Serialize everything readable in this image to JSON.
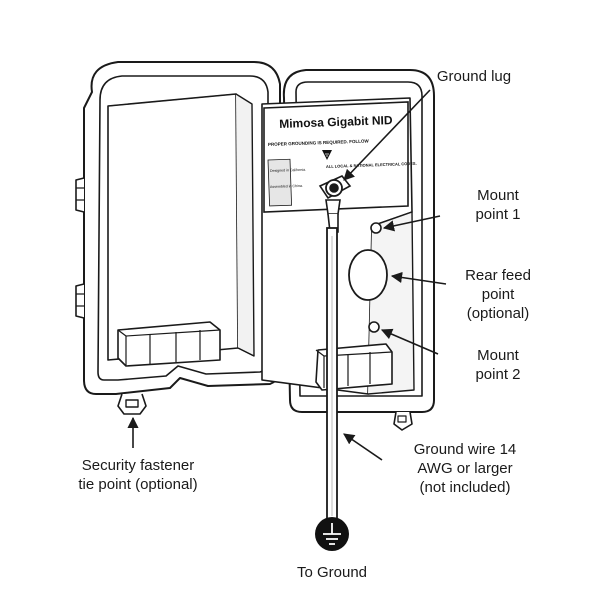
{
  "device": {
    "label_title": "Mimosa Gigabit NID",
    "label_warning": "PROPER GROUNDING IS REQUIRED. FOLLOW",
    "label_codes": "ALL LOCAL & NATIONAL ELECTRICAL CODES.",
    "label_designed": "Designed in California.",
    "label_assembled": "Assembled in China."
  },
  "callouts": {
    "ground_lug": "Ground lug",
    "mount_point_1": [
      "Mount",
      "point 1"
    ],
    "rear_feed": [
      "Rear feed",
      "point",
      "(optional)"
    ],
    "mount_point_2": [
      "Mount",
      "point 2"
    ],
    "ground_wire": [
      "Ground wire 14",
      "AWG or larger",
      "(not included)"
    ],
    "security_fastener": [
      "Security fastener",
      "tie point (optional)"
    ],
    "to_ground": "To Ground"
  },
  "icons": {
    "ground_symbol": "ground-icon",
    "grounding_warning": "ground-warning-icon"
  },
  "colors": {
    "line": "#1a1a1a",
    "fill": "#ffffff",
    "shade": "#e6e6e6"
  }
}
